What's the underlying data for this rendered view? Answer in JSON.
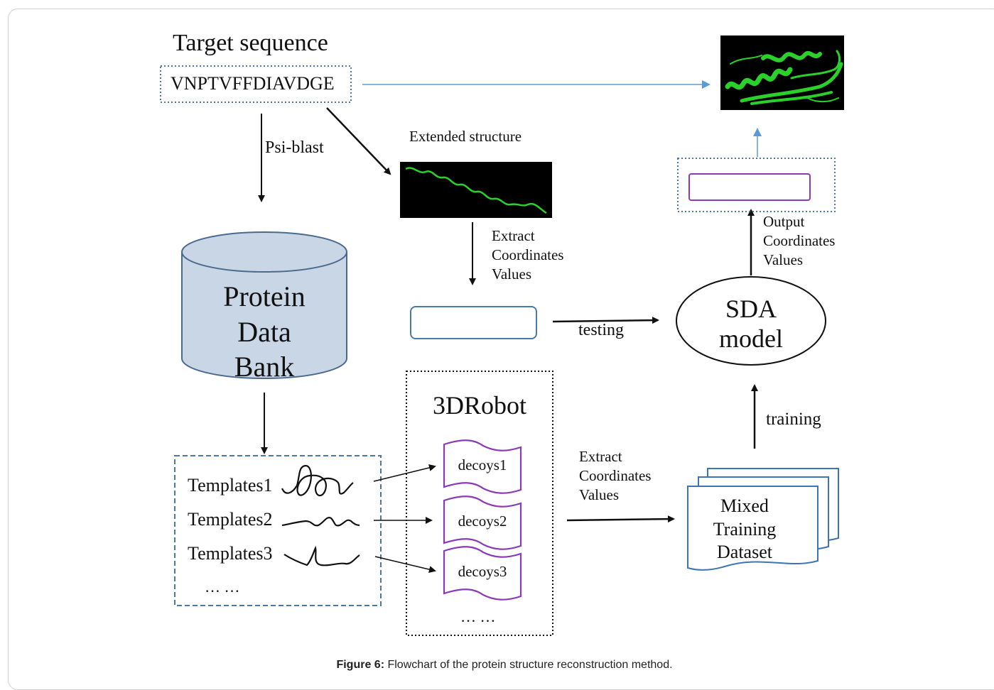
{
  "diagram": {
    "target_title": "Target sequence",
    "sequence": "VNPTVFFDIAVDGE",
    "psi_blast": "Psi-blast",
    "extended_structure": "Extended structure",
    "extract_top": [
      "Extract",
      "Coordinates",
      "Values"
    ],
    "pdb": [
      "Protein",
      "Data",
      "Bank"
    ],
    "testing": "testing",
    "sda": [
      "SDA",
      "model"
    ],
    "output": [
      "Output",
      "Coordinates",
      "Values"
    ],
    "training": "training",
    "robot_title": "3DRobot",
    "templates": [
      "Templates1",
      "Templates2",
      "Templates3"
    ],
    "templates_more": "… …",
    "decoys": [
      "decoys1",
      "decoys2",
      "decoys3"
    ],
    "decoys_more": "… …",
    "extract_bottom": [
      "Extract",
      "Coordinates",
      "Values"
    ],
    "mixed": [
      "Mixed",
      "Training",
      "Dataset"
    ]
  },
  "caption": {
    "label": "Figure 6:",
    "text": " Flowchart of the protein structure reconstruction method."
  },
  "colors": {
    "light_blue_arrow": "#5b9bd5",
    "cylinder_fill": "#c9d6e6",
    "cylinder_stroke": "#4a6a8e",
    "purple": "#8a3ab9",
    "dataset_blue": "#3d74b8",
    "protein_green": "#2bd12b"
  }
}
